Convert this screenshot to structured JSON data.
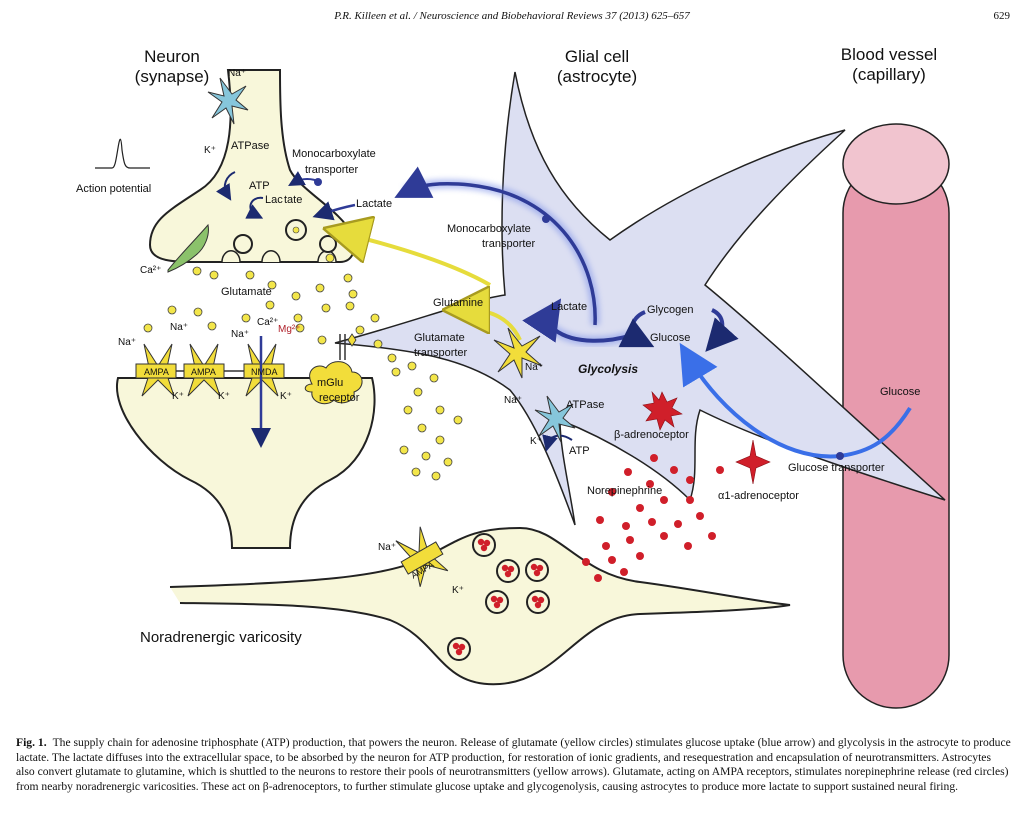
{
  "header": {
    "running_title": "P.R. Killeen et al. / Neuroscience and Biobehavioral Reviews 37 (2013) 625–657",
    "page_number": "629"
  },
  "figure": {
    "titles": {
      "neuron": [
        "Neuron",
        "(synapse)"
      ],
      "glial": [
        "Glial cell",
        "(astrocyte)"
      ],
      "vessel": [
        "Blood vessel",
        "(capillary)"
      ]
    },
    "labels": {
      "na": "Na⁺",
      "k": "K⁺",
      "ca": "Ca²⁺",
      "mg": "Mg²⁺",
      "atpase": "ATPase",
      "atp": "ATP",
      "mct_line1": "Monocarboxylate",
      "mct_line2": "transporter",
      "action_potential": "Action potential",
      "lactate": "Lactate",
      "lactate_split_a": "Lac",
      "lactate_split_b": "tate",
      "glutamate": "Glutamate",
      "glutamine": "Glutamine",
      "glut_transporter_line1": "Glutamate",
      "glut_transporter_line2": "transporter",
      "glycogen": "Glycogen",
      "glucose": "Glucose",
      "glycolysis": "Glycolysis",
      "ampa": "AMPA",
      "nmda": "NMDA",
      "mglu": "mGlu",
      "receptor": "receptor",
      "beta_adrenoceptor": "β-adrenoceptor",
      "alpha_adrenoceptor": "α1-adrenoceptor",
      "norepinephrine": "Norepinephrine",
      "glucose_transporter": "Glucose transporter",
      "noradrenergic": "Noradrenergic varicosity"
    },
    "colors": {
      "neuron_fill": "#f8f7da",
      "astrocyte_fill": "#dcdff2",
      "vessel_fill": "#e79aad",
      "vessel_top": "#f1c4cf",
      "glutamate_dot": "#f3e64a",
      "yellow_arrow": "#e6dc3c",
      "blue_arrow": "#2f3b97",
      "bright_blue": "#3a6fe8",
      "red": "#d01f2a",
      "receptor_yellow": "#f2dd3a",
      "pump_blue": "#86c6db",
      "ca_channel_green": "#8bc26b"
    }
  },
  "caption": {
    "label": "Fig. 1.",
    "text": "The supply chain for adenosine triphosphate (ATP) production, that powers the neuron. Release of glutamate (yellow circles) stimulates glucose uptake (blue arrow) and glycolysis in the astrocyte to produce lactate. The lactate diffuses into the extracellular space, to be absorbed by the neuron for ATP production, for restoration of ionic gradients, and resequestration and encapsulation of neurotransmitters. Astrocytes also convert glutamate to glutamine, which is shuttled to the neurons to restore their pools of neurotransmitters (yellow arrows). Glutamate, acting on AMPA receptors, stimulates norepinephrine release (red circles) from nearby noradrenergic varicosities. These act on β-adrenoceptors, to further stimulate glucose uptake and glycogenolysis, causing astrocytes to produce more lactate to support sustained neural firing."
  }
}
